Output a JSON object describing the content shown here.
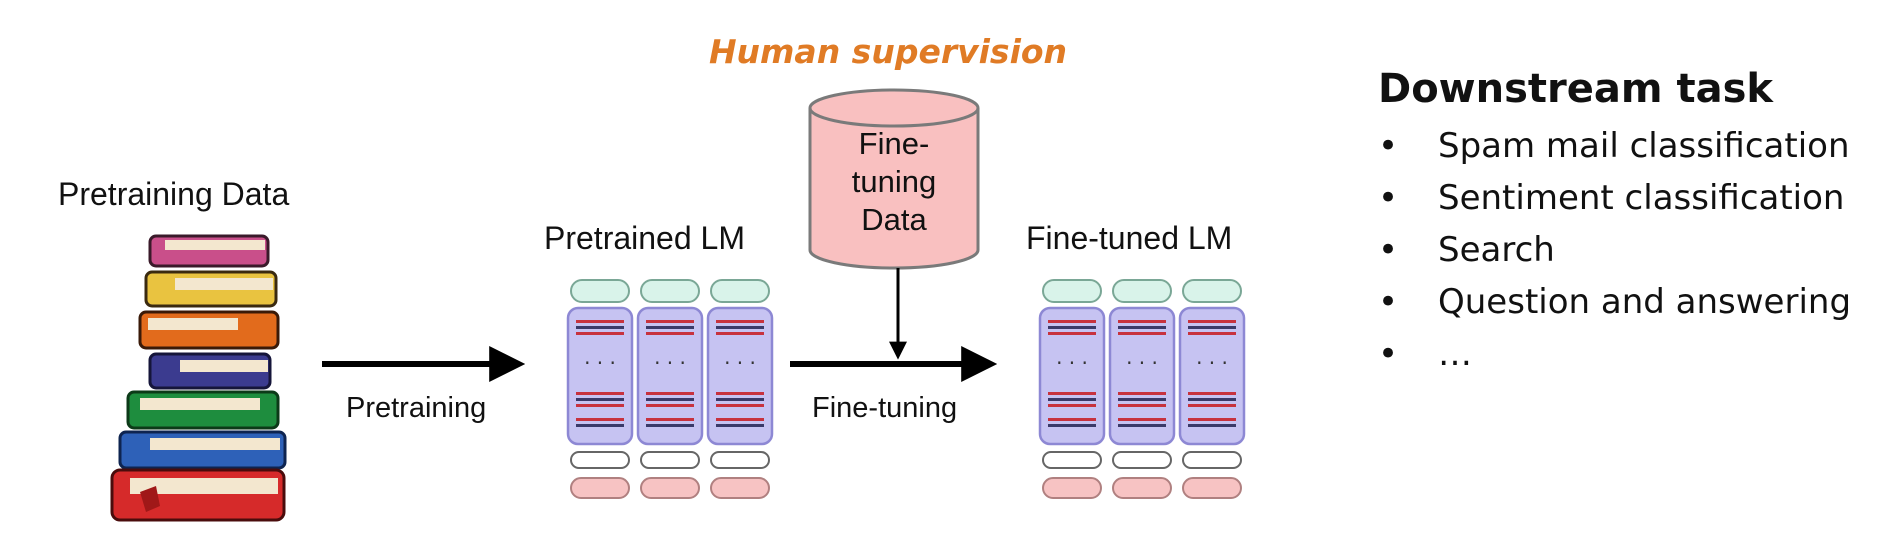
{
  "diagram": {
    "human_supervision": "Human supervision",
    "pretraining_data_label": "Pretraining Data",
    "pretraining_arrow_label": "Pretraining",
    "pretrained_lm_label": "Pretrained LM",
    "finetuning_data_lines": [
      "Fine-",
      "tuning",
      "Data"
    ],
    "finetuning_arrow_label": "Fine-tuning",
    "finetuned_lm_label": "Fine-tuned LM",
    "colors": {
      "human_supervision": "#e07b25",
      "dataset_fill": "#f9c0c0",
      "model_column_fill": "#c6c3f2",
      "model_column_stroke": "#8d88d4",
      "output_token_fill": "#d9f3ea",
      "input_token_fill": "#f7c3c3"
    }
  },
  "downstream": {
    "title": "Downstream task",
    "bullet": "•",
    "tasks": [
      "Spam mail classification",
      "Sentiment classification",
      "Search",
      "Question and answering",
      "…"
    ]
  }
}
